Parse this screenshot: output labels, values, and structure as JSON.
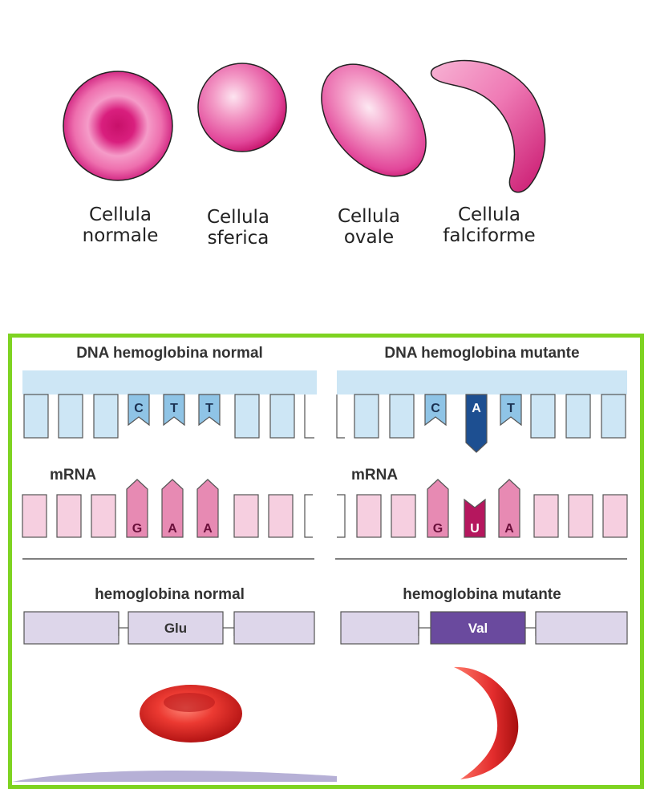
{
  "top_cells": [
    {
      "line1": "Cellula",
      "line2": "normale"
    },
    {
      "line1": "Cellula",
      "line2": "sferica"
    },
    {
      "line1": "Cellula",
      "line2": "ovale"
    },
    {
      "line1": "Cellula",
      "line2": "falciforme"
    }
  ],
  "panel": {
    "left_title": "DNA hemoglobina normal",
    "right_title": "DNA hemoglobina mutante",
    "mrna_label": "mRNA",
    "left_dna_bases": [
      "C",
      "T",
      "T"
    ],
    "right_dna_bases": [
      "C",
      "A",
      "T"
    ],
    "left_mrna_bases": [
      "G",
      "A",
      "A"
    ],
    "right_mrna_bases": [
      "G",
      "U",
      "A"
    ],
    "left_protein_title": "hemoglobina normal",
    "right_protein_title": "hemoglobina mutante",
    "left_amino_acid": "Glu",
    "right_amino_acid": "Val"
  },
  "colors": {
    "frame": "#7ed321",
    "cell_pink": "#e8459a",
    "dna_strand": "#cde6f5",
    "dna_highlight": "#8fc4e6",
    "dna_mutant": "#1d4f91",
    "mrna_light": "#f6cfe0",
    "mrna_highlight": "#e78ab3",
    "mrna_mutant": "#b5175e",
    "protein_light": "#ddd6ea",
    "protein_mutant": "#6a4a9e",
    "blood_red": "#e32d2d"
  }
}
